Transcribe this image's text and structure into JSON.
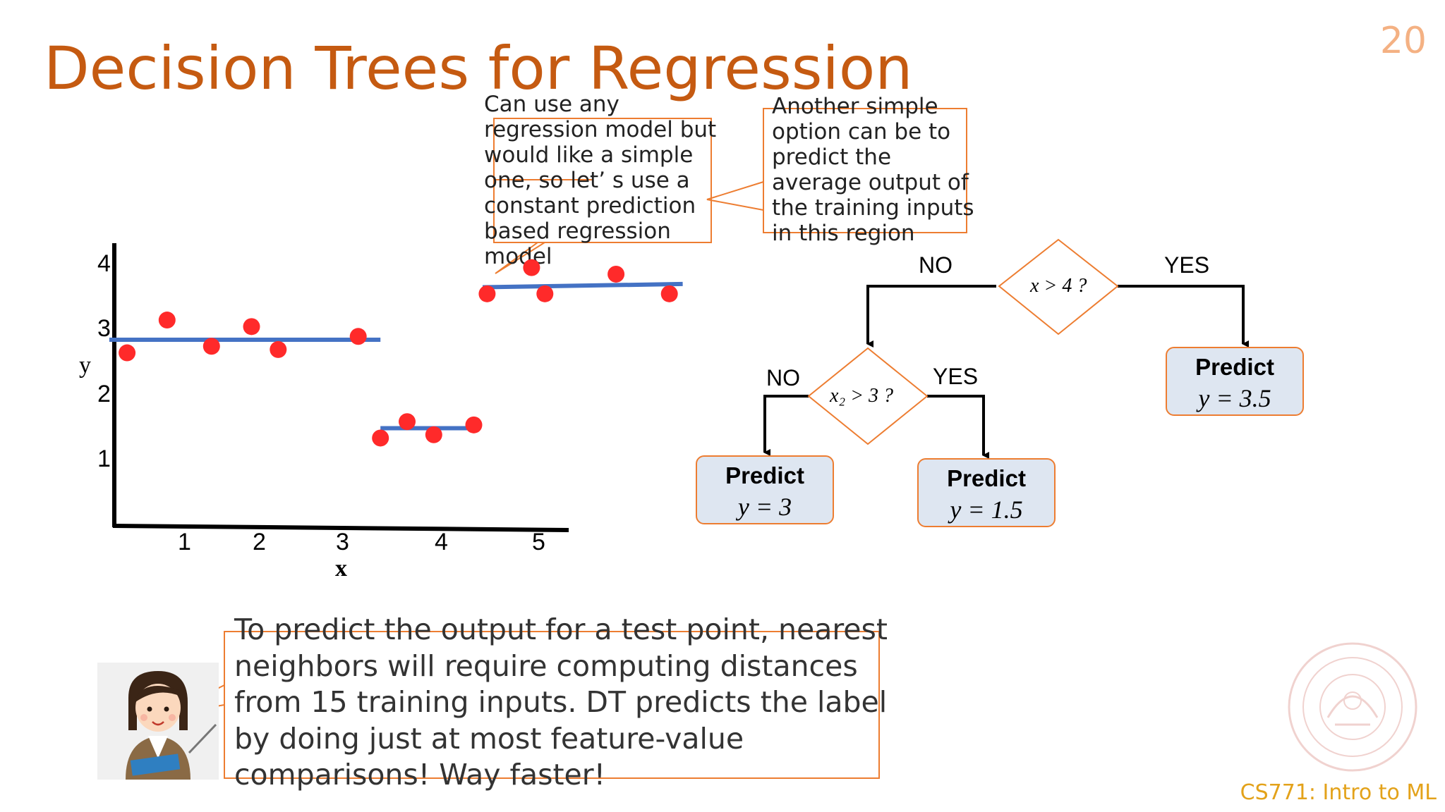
{
  "slide": {
    "title": "Decision Trees for Regression",
    "number": "20",
    "course": "CS771: Intro to ML"
  },
  "callouts": {
    "left": [
      "Can use any",
      "regression model but",
      "would like a simple",
      "one, so let’ s use a",
      "constant prediction",
      "based regression",
      "model"
    ],
    "right": [
      "Another simple",
      "option can be to",
      "predict the",
      "average output of",
      "the training inputs",
      "in this region"
    ],
    "bottom": [
      "To predict the output for a test point, nearest",
      "neighbors will require computing distances",
      "from 15 training inputs. DT predicts the label",
      "by doing just at most feature-value",
      "comparisons! Way faster!"
    ]
  },
  "plot": {
    "xlabel": "x",
    "ylabel": "y",
    "x_ticks": [
      "1",
      "2",
      "3",
      "4",
      "5"
    ],
    "y_ticks": [
      "4",
      "3",
      "2",
      "1"
    ],
    "point_color": "#ff2a2a",
    "line_color": "#4472c4",
    "points": [
      [
        0.35,
        2.65
      ],
      [
        0.8,
        3.15
      ],
      [
        1.3,
        2.75
      ],
      [
        1.75,
        3.05
      ],
      [
        2.05,
        2.7
      ],
      [
        2.95,
        2.9
      ],
      [
        3.2,
        1.35
      ],
      [
        3.5,
        1.6
      ],
      [
        3.8,
        1.4
      ],
      [
        4.25,
        1.55
      ],
      [
        4.4,
        3.55
      ],
      [
        4.9,
        3.95
      ],
      [
        5.05,
        3.55
      ],
      [
        5.85,
        3.85
      ],
      [
        6.45,
        3.55
      ]
    ],
    "segments": [
      {
        "x": [
          0.15,
          3.2
        ],
        "y": [
          2.85,
          2.85
        ]
      },
      {
        "x": [
          3.2,
          4.3
        ],
        "y": [
          1.5,
          1.5
        ]
      },
      {
        "x": [
          4.35,
          6.6
        ],
        "y": [
          3.65,
          3.7
        ]
      }
    ]
  },
  "tree": {
    "root": {
      "condition": "x > 4 ?",
      "no_label": "NO",
      "yes_label": "YES"
    },
    "child": {
      "condition": "x₂ > 3 ?",
      "no_label": "NO",
      "yes_label": "YES"
    },
    "leaves": [
      {
        "title": "Predict",
        "value": "y = 3"
      },
      {
        "title": "Predict",
        "value": "y = 1.5"
      },
      {
        "title": "Predict",
        "value": "y = 3.5"
      }
    ],
    "accent_color": "#ed7d31",
    "leaf_fill": "#dee6f1"
  }
}
